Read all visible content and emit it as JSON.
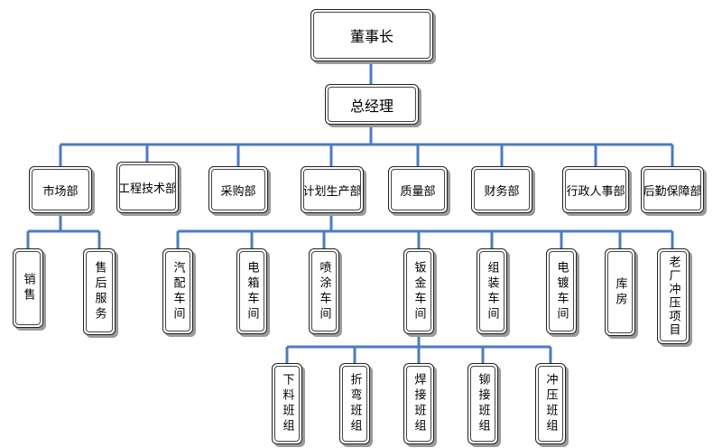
{
  "chairman": "董事长",
  "gm": "总经理",
  "departments": [
    "市场部",
    "工程技术部",
    "采购部",
    "计划生产部",
    "质量部",
    "财务部",
    "行政人事部",
    "后勤保障部"
  ],
  "market_units": [
    "销售",
    "售后服务"
  ],
  "workshops": [
    "汽配车间",
    "电箱车间",
    "喷涂车间",
    "钣金车间",
    "组装车间",
    "电镀车间",
    "库房",
    "老厂冲压项目"
  ],
  "teams": [
    "下料班组",
    "折弯班组",
    "焊接班组",
    "铆接班组",
    "冲压班组"
  ],
  "colors": {
    "connector": "#4a7cc0",
    "border": "#222222",
    "shadow": "#9a9a9a"
  }
}
